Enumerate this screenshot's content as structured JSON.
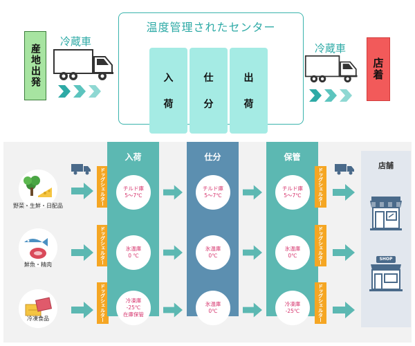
{
  "top": {
    "origin": "産地出発",
    "store": "店着",
    "truck_label_left": "冷蔵車",
    "truck_label_right": "冷蔵車",
    "center_title": "温度管理されたセンター",
    "stages": [
      {
        "c1": "入",
        "c2": "荷"
      },
      {
        "c1": "仕",
        "c2": "分"
      },
      {
        "c1": "出",
        "c2": "荷"
      }
    ]
  },
  "bottom": {
    "columns": [
      {
        "label": "入荷",
        "color": "#5cb8b2"
      },
      {
        "label": "仕分",
        "color": "#5c8fb0"
      },
      {
        "label": "保管",
        "color": "#5cb8b2"
      }
    ],
    "store_label": "店舗",
    "shop_sign": "SHOP",
    "dock_label": "ドッグシェルター",
    "categories": [
      {
        "label": "野菜・生鮮・日配品",
        "icon": "vegetable-cheese-icon"
      },
      {
        "label": "鮮魚・精肉",
        "icon": "fish-meat-icon"
      },
      {
        "label": "冷凍食品",
        "icon": "frozen-food-icon"
      }
    ],
    "temps": [
      [
        [
          "チルド庫",
          "5〜7℃"
        ],
        [
          "チルド庫",
          "5〜7℃"
        ],
        [
          "チルド庫",
          "5〜7℃"
        ]
      ],
      [
        [
          "氷温庫",
          "0 ℃"
        ],
        [
          "氷温庫",
          "0℃"
        ],
        [
          "氷温庫",
          "0℃"
        ]
      ],
      [
        [
          "冷凍庫",
          "-25℃",
          "在庫保管"
        ],
        [
          "氷温庫",
          "0℃"
        ],
        [
          "冷凍庫",
          "-25℃"
        ]
      ]
    ]
  },
  "colors": {
    "accent": "#2eaaa6",
    "origin": "#a7e4a1",
    "store": "#f25a5a",
    "stage": "#a5ebe4",
    "dock": "#f5a623",
    "arrow": "#5cb8b2",
    "temp_text": "#d6336c"
  }
}
